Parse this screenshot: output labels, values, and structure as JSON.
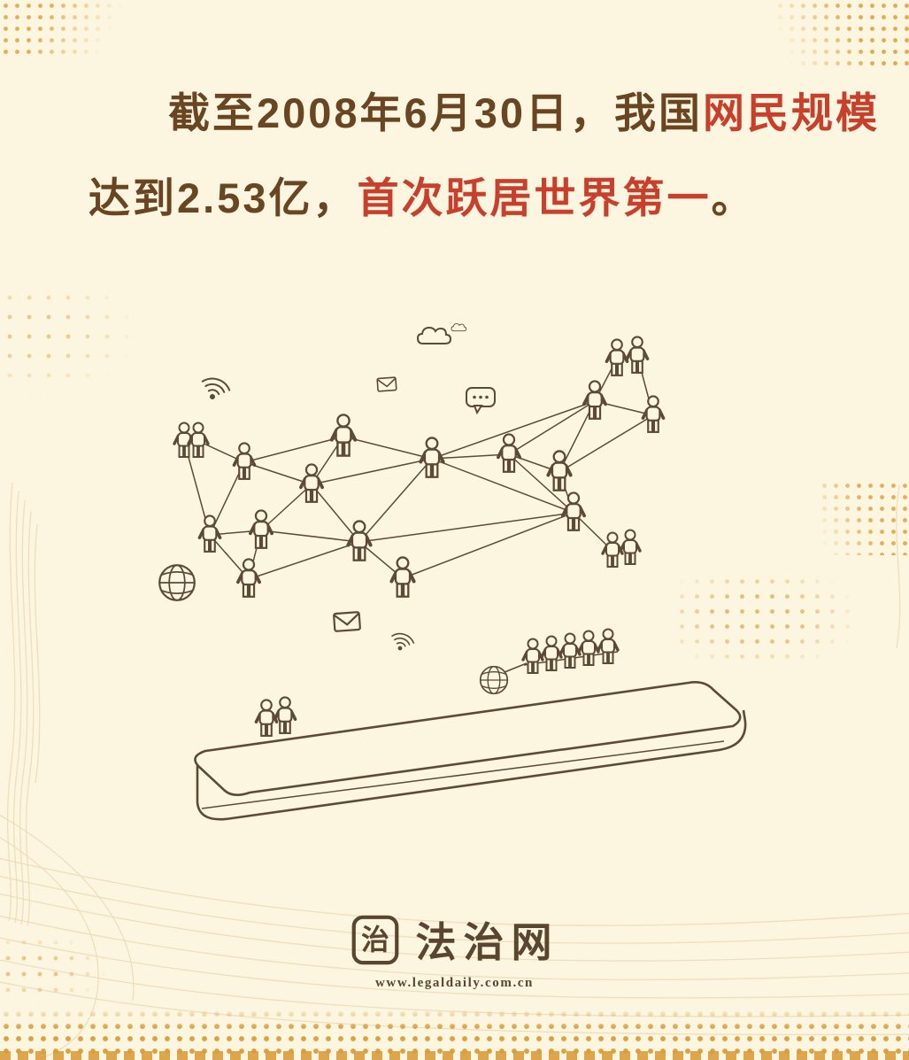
{
  "headline": {
    "line1": [
      {
        "text": "截至2008年6月30日，我国",
        "color": "#6a4522"
      },
      {
        "text": "网民规模",
        "color": "#c8402c"
      }
    ],
    "line2": [
      {
        "text": "达到2.53亿，",
        "color": "#6a4522"
      },
      {
        "text": "首次跃居世界第一",
        "color": "#c8402c"
      },
      {
        "text": "。",
        "color": "#6a4522"
      }
    ]
  },
  "illustration": {
    "name": "people-network-over-smartphone",
    "icons": [
      "cloud-icon",
      "envelope-icon",
      "chat-bubble-icon",
      "wifi-icon",
      "globe-icon",
      "person-icon",
      "smartphone-illustration"
    ]
  },
  "footer": {
    "seal_char": "治",
    "site_name": "法治网",
    "url": "www.legaldaily.com.cn"
  },
  "colors": {
    "background": "#fcf6e0",
    "text_brown": "#6a4522",
    "text_red": "#c8402c",
    "line_art": "#5d4a35",
    "dot_orange": "#e0a23e",
    "wave_tan": "#ecdcb8"
  }
}
